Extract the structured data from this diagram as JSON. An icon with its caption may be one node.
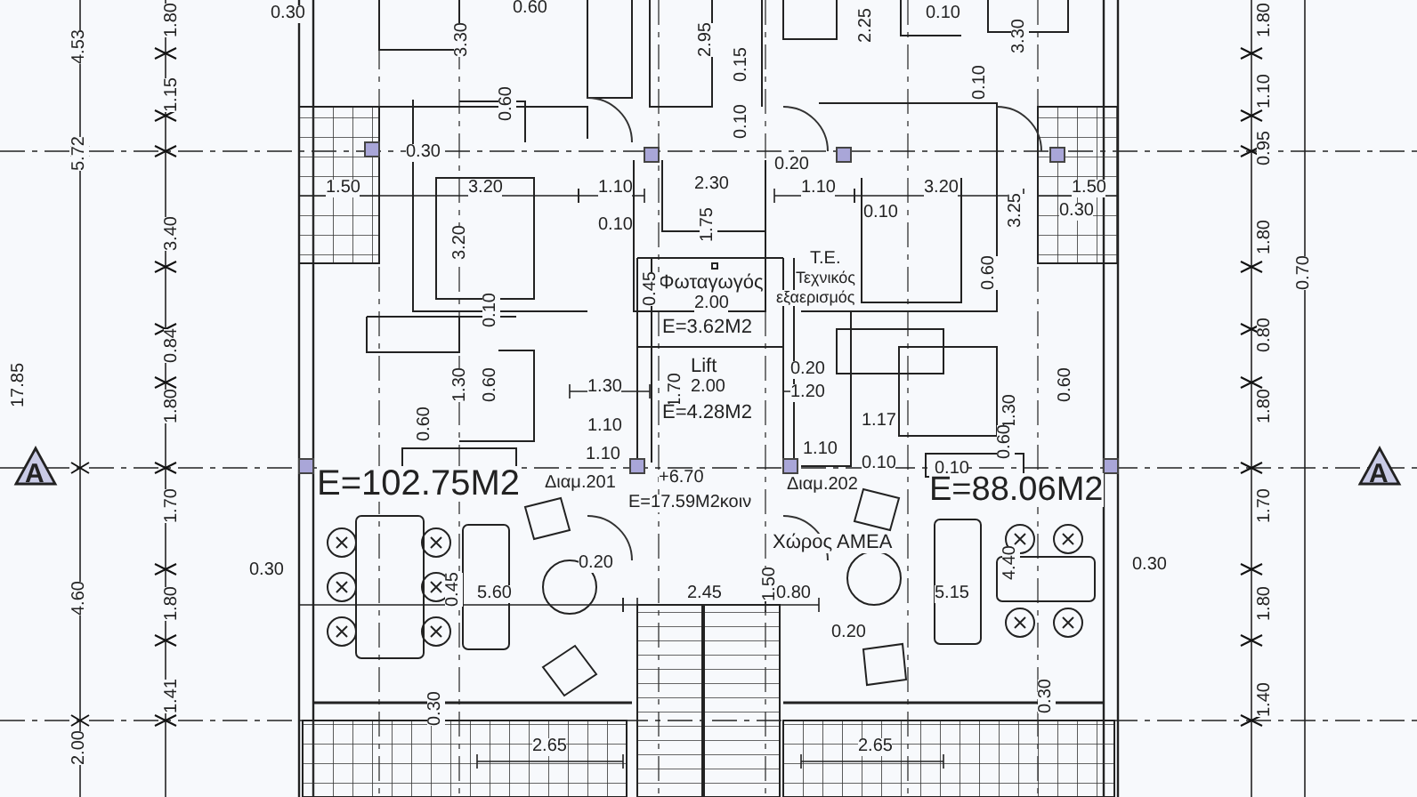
{
  "diagram": {
    "labels": [
      "0.30",
      "3.30",
      "0.60",
      "2.95",
      "2.25",
      "0.10",
      "3.30",
      "4.53",
      "1.80",
      "1.15",
      "3.40",
      "5.72",
      "17.85",
      "0.84",
      "1.80",
      "1.70",
      "4.60",
      "1.80",
      "1.41",
      "2.00",
      "1.80",
      "1.10",
      "0.95",
      "1.80",
      "0.70",
      "0.80",
      "1.80",
      "1.70",
      "1.80",
      "1.40",
      "0.60",
      "0.30",
      "1.50",
      "3.20",
      "1.10",
      "0.10",
      "3.20",
      "1.75",
      "2.30",
      "0.15",
      "0.10",
      "0.20",
      "1.10",
      "0.10",
      "3.20",
      "3.25",
      "1.50",
      "0.30",
      "0.10",
      "0.60",
      "0.10",
      "0.60",
      "1.30",
      "0.60",
      "1.30",
      "1.10",
      "1.10",
      "Φωταγωγός",
      "2.00",
      "0.45",
      "E=3.62M2",
      "Lift",
      "2.00",
      "1.70",
      "E=4.28M2",
      "Τ.Ε.",
      "Τεχνικός",
      "εξαερισμός",
      "0.20",
      "1.20",
      "1.17",
      "1.10",
      "0.10",
      "0.10",
      "1.30",
      "0.60",
      "0.60",
      "E=102.75M2",
      "Διαμ.201",
      "+6.70",
      "E=17.59M2κοιν",
      "Διαμ.202",
      "E=88.06M2",
      "Χώρος ΑΜΕΑ",
      "1.50",
      "0.80",
      "0.20",
      "2.45",
      "5.60",
      "0.45",
      "0.30",
      "0.20",
      "0.30",
      "2.65",
      "5.15",
      "4.40",
      "0.30",
      "0.30",
      "2.65",
      "A",
      "A"
    ]
  }
}
